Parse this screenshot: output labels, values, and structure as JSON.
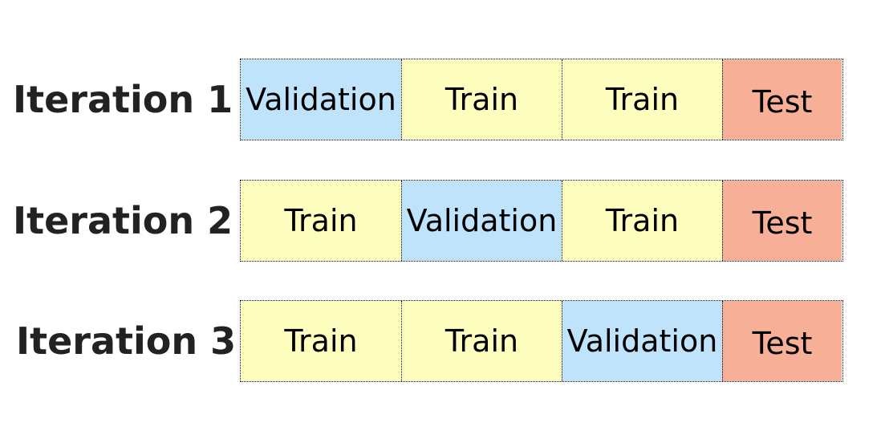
{
  "colors": {
    "train": "#fefebe",
    "validation": "#bee3fb",
    "test": "#f7af98"
  },
  "rows": [
    {
      "label": "Iteration 1",
      "segments": [
        {
          "type": "validation",
          "text": "Validation"
        },
        {
          "type": "train",
          "text": "Train"
        },
        {
          "type": "train",
          "text": "Train"
        },
        {
          "type": "test",
          "text": "Test"
        }
      ]
    },
    {
      "label": "Iteration 2",
      "segments": [
        {
          "type": "train",
          "text": "Train"
        },
        {
          "type": "validation",
          "text": "Validation"
        },
        {
          "type": "train",
          "text": "Train"
        },
        {
          "type": "test",
          "text": "Test"
        }
      ]
    },
    {
      "label": "Iteration 3",
      "segments": [
        {
          "type": "train",
          "text": "Train"
        },
        {
          "type": "train",
          "text": "Train"
        },
        {
          "type": "validation",
          "text": "Validation"
        },
        {
          "type": "test",
          "text": "Test"
        }
      ]
    }
  ]
}
